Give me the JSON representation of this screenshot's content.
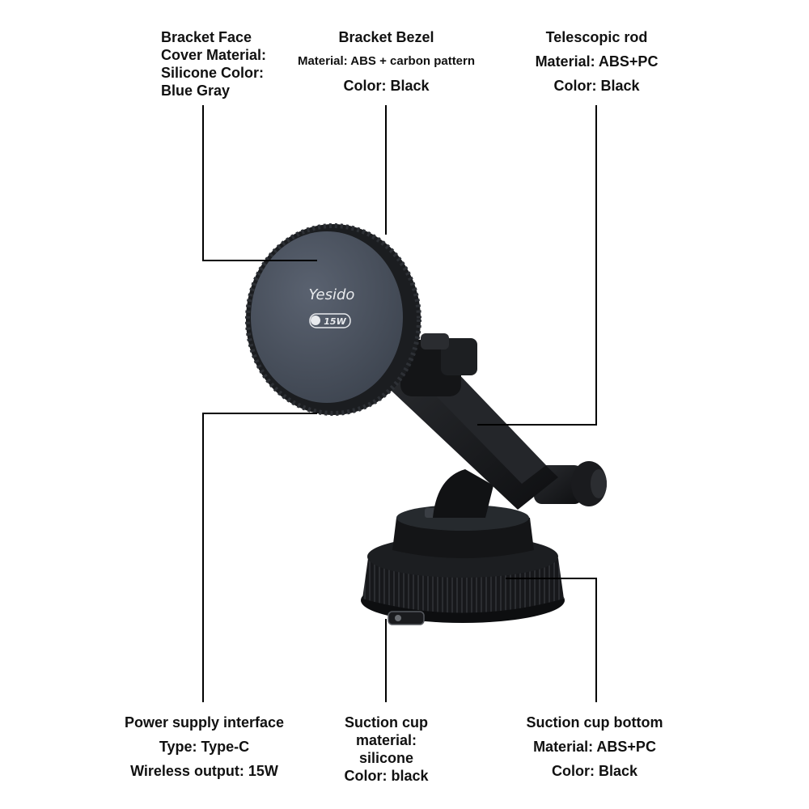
{
  "brand": {
    "logo_text": "Yesido",
    "power_badge": "15W"
  },
  "callouts": {
    "bracket_face": {
      "lines": [
        "Bracket Face",
        "Cover Material:",
        "Silicone Color:",
        "Blue Gray"
      ]
    },
    "bracket_bezel": {
      "lines": [
        "Bracket Bezel",
        "Material: ABS + carbon pattern",
        "Color: Black"
      ]
    },
    "telescopic_rod": {
      "lines": [
        "Telescopic rod",
        "Material: ABS+PC",
        "Color: Black"
      ]
    },
    "power_supply": {
      "lines": [
        "Power supply interface",
        "Type: Type-C",
        "Wireless output: 15W"
      ]
    },
    "suction_cup_material": {
      "lines": [
        "Suction cup",
        "material:",
        "silicone",
        "Color: black"
      ]
    },
    "suction_cup_bottom": {
      "lines": [
        "Suction cup bottom",
        "Material: ABS+PC",
        "Color: Black"
      ]
    }
  },
  "colors": {
    "face": "#4a5260",
    "bezel": "#1d1f23",
    "body": "#151618",
    "highlight": "#3a3d42",
    "line": "#000000"
  }
}
